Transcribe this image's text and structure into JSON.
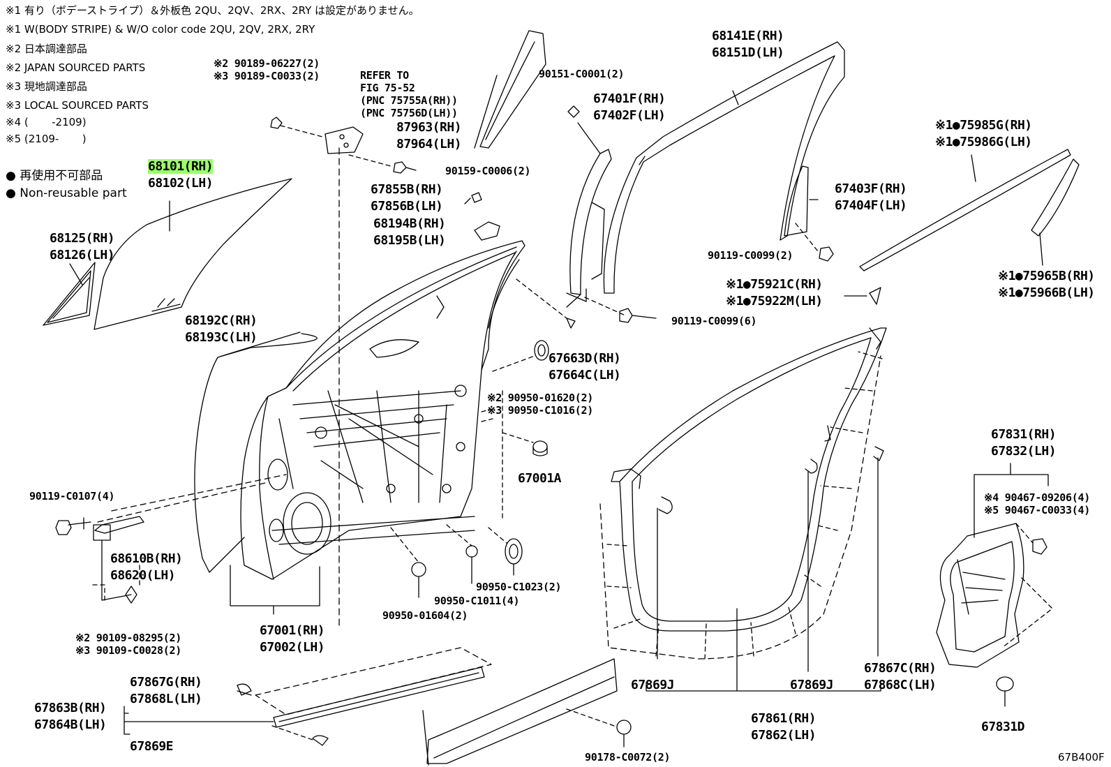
{
  "notes": {
    "n1_jp": "※1 有り（ボデーストライプ）＆外板色 2QU、2QV、2RX、2RY は設定がありません。",
    "n1_en": "※1 W(BODY STRIPE) & W/O color code 2QU, 2QV, 2RX, 2RY",
    "n2_jp": "※2 日本調達部品",
    "n2_en": "※2 JAPAN SOURCED PARTS",
    "n3_jp": "※3 現地調達部品",
    "n3_en": "※3 LOCAL SOURCED PARTS",
    "n4": "※4 (       -2109)",
    "n5": "※5 (2109-       )",
    "legend_jp": "● 再使用不可部品",
    "legend_en": "● Non-reusable part"
  },
  "refer": {
    "l1": "REFER TO",
    "l2": "FIG 75-52",
    "l3": "(PNC 75755A(RH))",
    "l4": "(PNC 75756D(LH))"
  },
  "parts": {
    "p68101": "68101(RH)",
    "p68102": "68102(LH)",
    "p68125": "68125(RH)",
    "p68126": "68126(LH)",
    "p68192": "68192C(RH)",
    "p68193": "68193C(LH)",
    "b90189a": "※2 90189-06227(2)",
    "b90189b": "※3 90189-C0033(2)",
    "p87963": "87963(RH)",
    "p87964": "87964(LH)",
    "b90159": "90159-C0006(2)",
    "p67855": "67855B(RH)",
    "p67856": "67856B(LH)",
    "p68194": "68194B(RH)",
    "p68195": "68195B(LH)",
    "b90151": "90151-C0001(2)",
    "p67401": "67401F(RH)",
    "p67402": "67402F(LH)",
    "p68141": "68141E(RH)",
    "p68151": "68151D(LH)",
    "p67403": "67403F(RH)",
    "p67404": "67404F(LH)",
    "b90119a": "90119-C0099(2)",
    "p75985": "※1●75985G(RH)",
    "p75986": "※1●75986G(LH)",
    "p75965": "※1●75965B(RH)",
    "p75966": "※1●75966B(LH)",
    "p75921": "※1●75921C(RH)",
    "p75922": "※1●75922M(LH)",
    "b90119b": "90119-C0099(6)",
    "p67663": "67663D(RH)",
    "p67664": "67664C(LH)",
    "b90950a": "※2 90950-01620(2)",
    "b90950b": "※3 90950-C1016(2)",
    "p67001a": "67001A",
    "b90119c": "90119-C0107(4)",
    "p68610": "68610B(RH)",
    "p68620": "68620(LH)",
    "b90109a": "※2 90109-08295(2)",
    "b90109b": "※3 90109-C0028(2)",
    "p67001": "67001(RH)",
    "p67002": "67002(LH)",
    "b90950c": "90950-C1023(2)",
    "b90950d": "90950-C1011(4)",
    "b90950e": "90950-01604(2)",
    "p67831": "67831(RH)",
    "p67832": "67832(LH)",
    "b90467a": "※4 90467-09206(4)",
    "b90467b": "※5 90467-C0033(4)",
    "p67867g": "67867G(RH)",
    "p67868l": "67868L(LH)",
    "p67863": "67863B(RH)",
    "p67864": "67864B(LH)",
    "p67869e": "67869E",
    "p67869j1": "67869J",
    "p67869j2": "67869J",
    "p67861": "67861(RH)",
    "p67862": "67862(LH)",
    "p67867c": "67867C(RH)",
    "p67868c": "67868C(LH)",
    "p67831d": "67831D",
    "b90178": "90178-C0072(2)"
  },
  "figure_code": "67B400F",
  "colors": {
    "highlight": "#9bff6a",
    "ink": "#000000",
    "background": "#ffffff"
  }
}
